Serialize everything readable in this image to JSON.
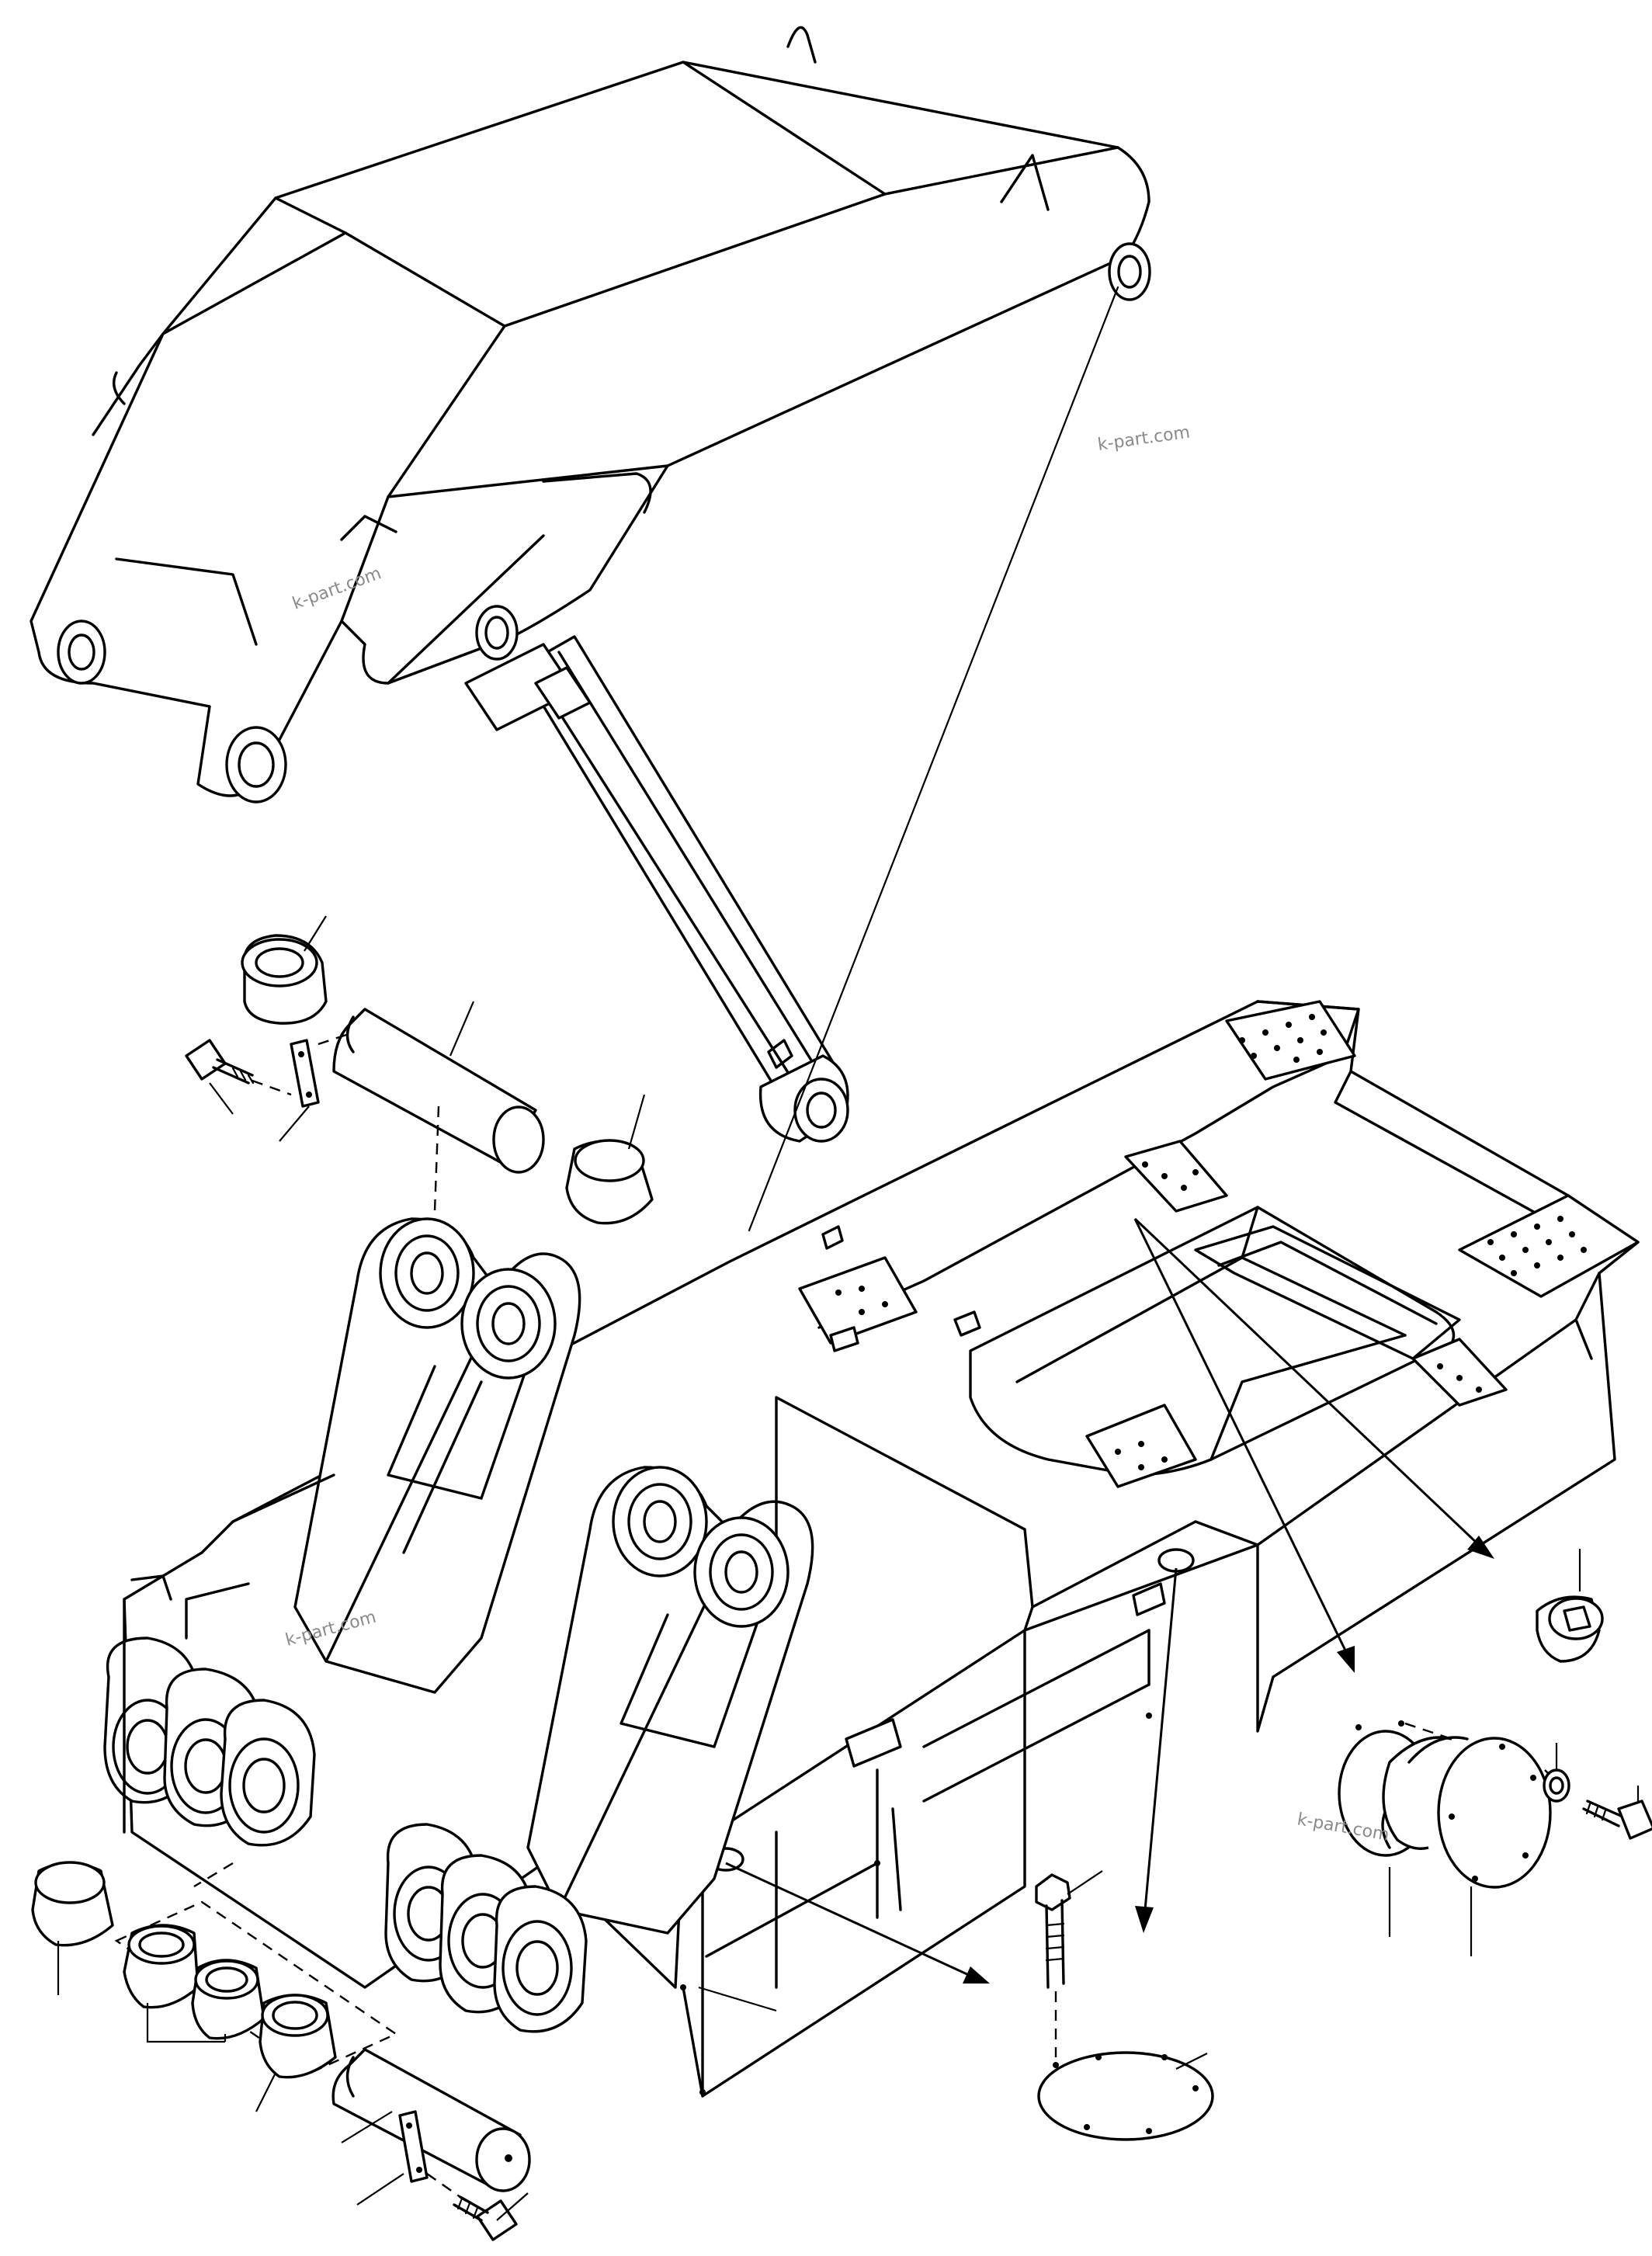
{
  "watermarks": {
    "w1": "k-part.com",
    "w2": "k-part.com",
    "w3": "k-part.com",
    "w4": "k-part.com"
  },
  "colors": {
    "line": "#000000",
    "background": "#ffffff",
    "watermark": "#8a8a8a"
  }
}
